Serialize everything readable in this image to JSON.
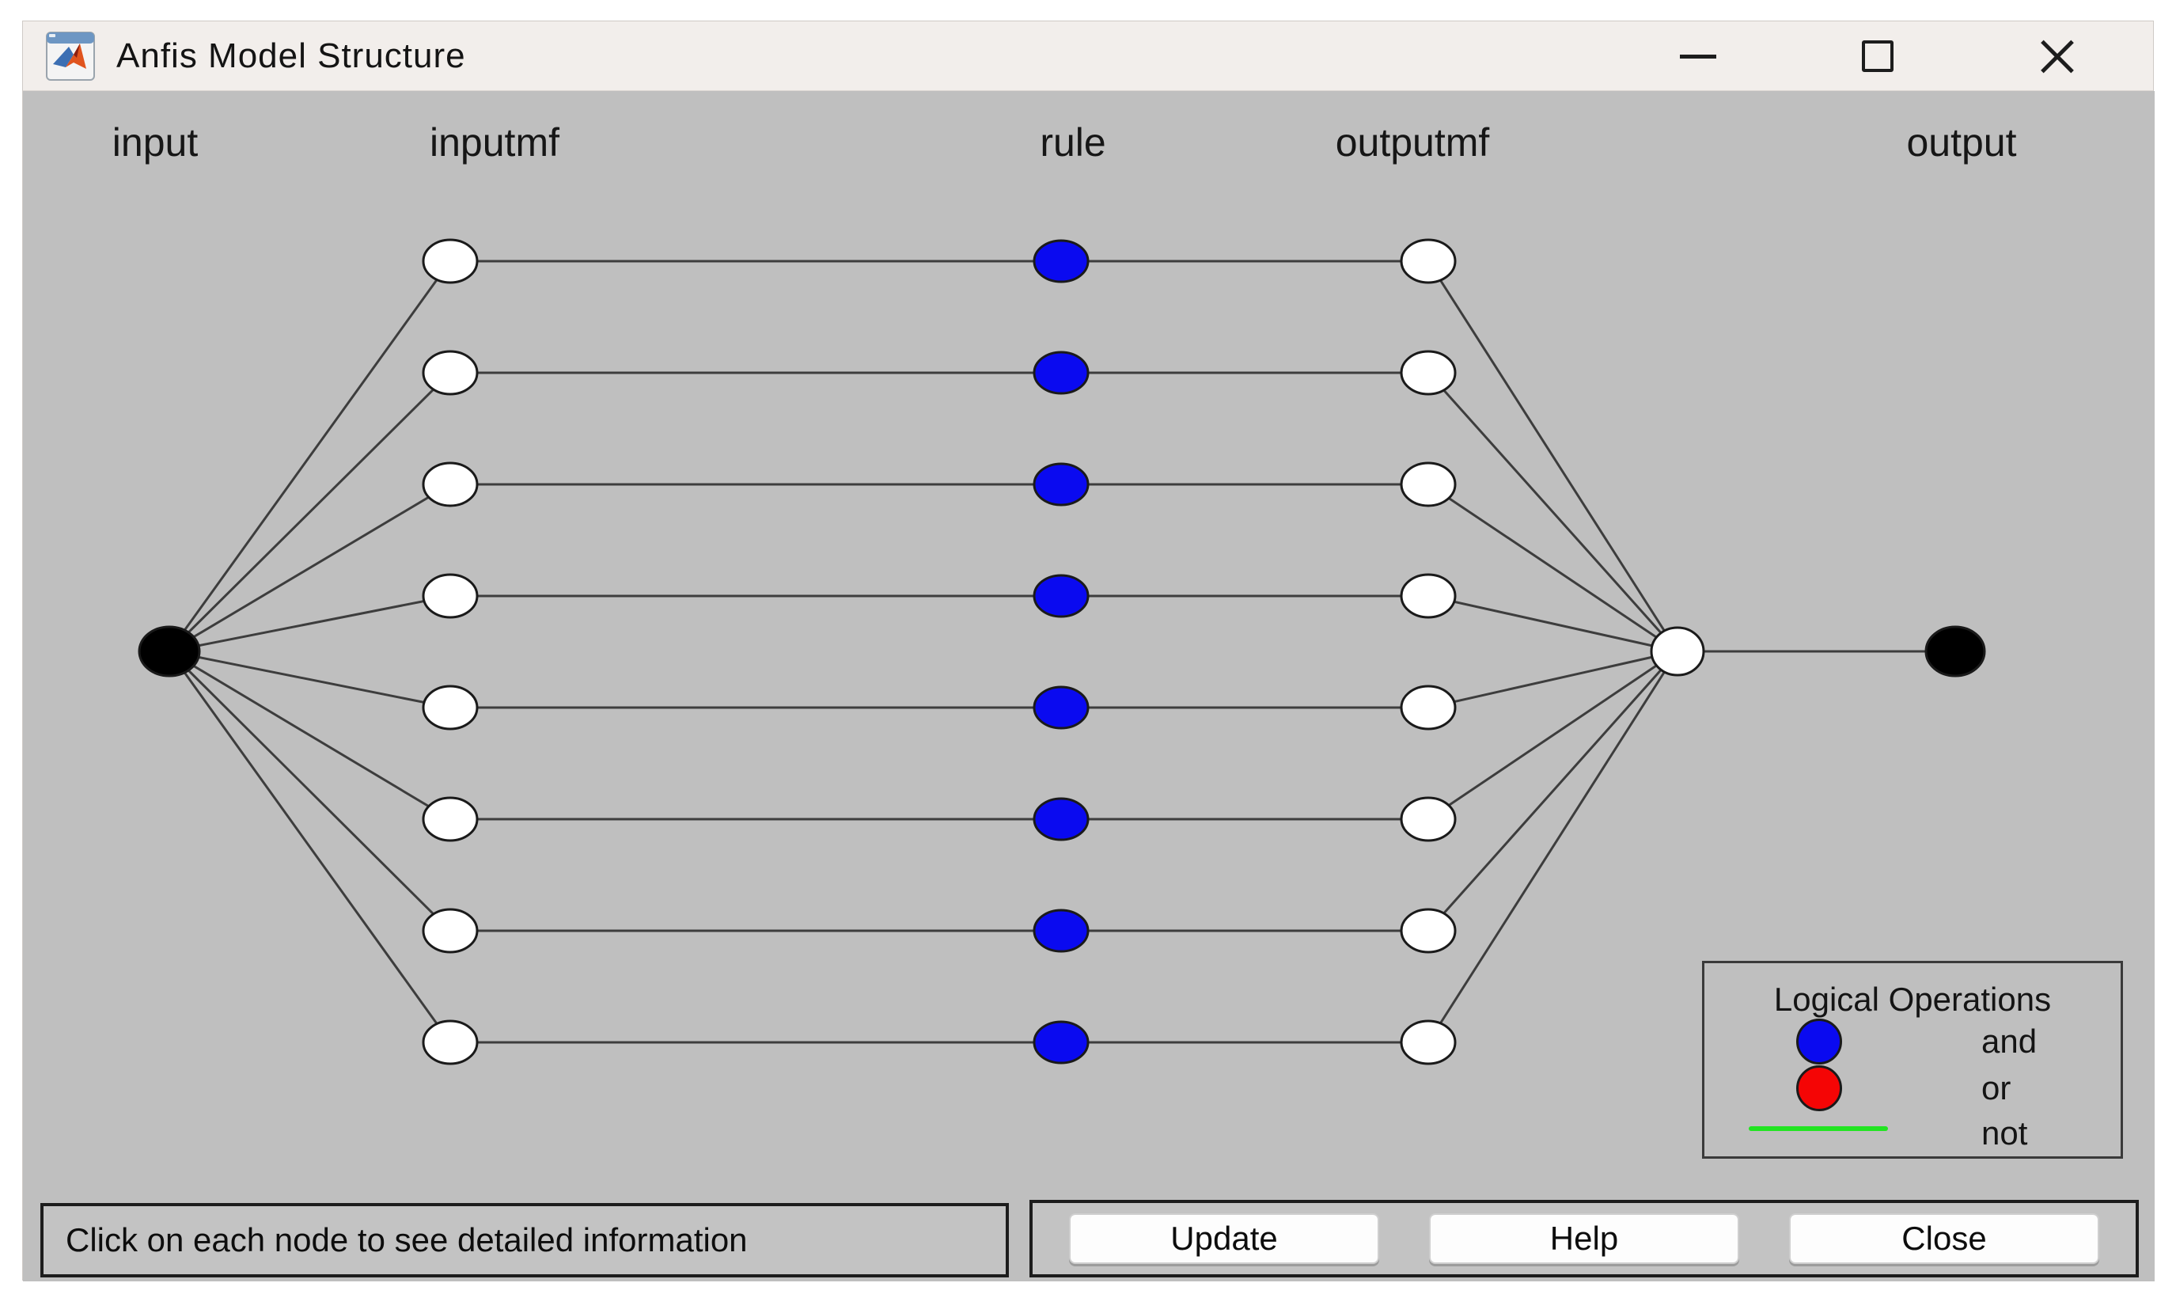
{
  "window": {
    "title": "Anfis Model Structure",
    "icon": "matlab-logo-icon",
    "controls": [
      "minimize",
      "maximize",
      "close"
    ]
  },
  "columns": [
    {
      "label": "input"
    },
    {
      "label": "inputmf"
    },
    {
      "label": "rule"
    },
    {
      "label": "outputmf"
    },
    {
      "label": "output"
    }
  ],
  "network": {
    "input_count": 1,
    "inputmf_count": 8,
    "rule_count": 8,
    "outputmf_count": 8,
    "aggregate_count": 1,
    "output_count": 1,
    "rule_operation": "and"
  },
  "legend": {
    "title": "Logical Operations",
    "items": [
      {
        "marker": "circle",
        "color": "#0a0af0",
        "label": "and"
      },
      {
        "marker": "circle",
        "color": "#f50505",
        "label": "or"
      },
      {
        "marker": "line",
        "color": "#21e421",
        "label": "not"
      }
    ]
  },
  "statusbar": {
    "message": "Click on each node to see detailed information"
  },
  "buttons": [
    {
      "label": "Update"
    },
    {
      "label": "Help"
    },
    {
      "label": "Close"
    }
  ],
  "colors": {
    "canvas_gray": "#bfbfbf",
    "titlebar": "#f2eeeb",
    "edge": "#3d3d3d",
    "node_outline": "#1a1a1a",
    "node_white": "#ffffff",
    "terminal_black": "#000000",
    "rule_and_blue": "#0a0af0"
  }
}
